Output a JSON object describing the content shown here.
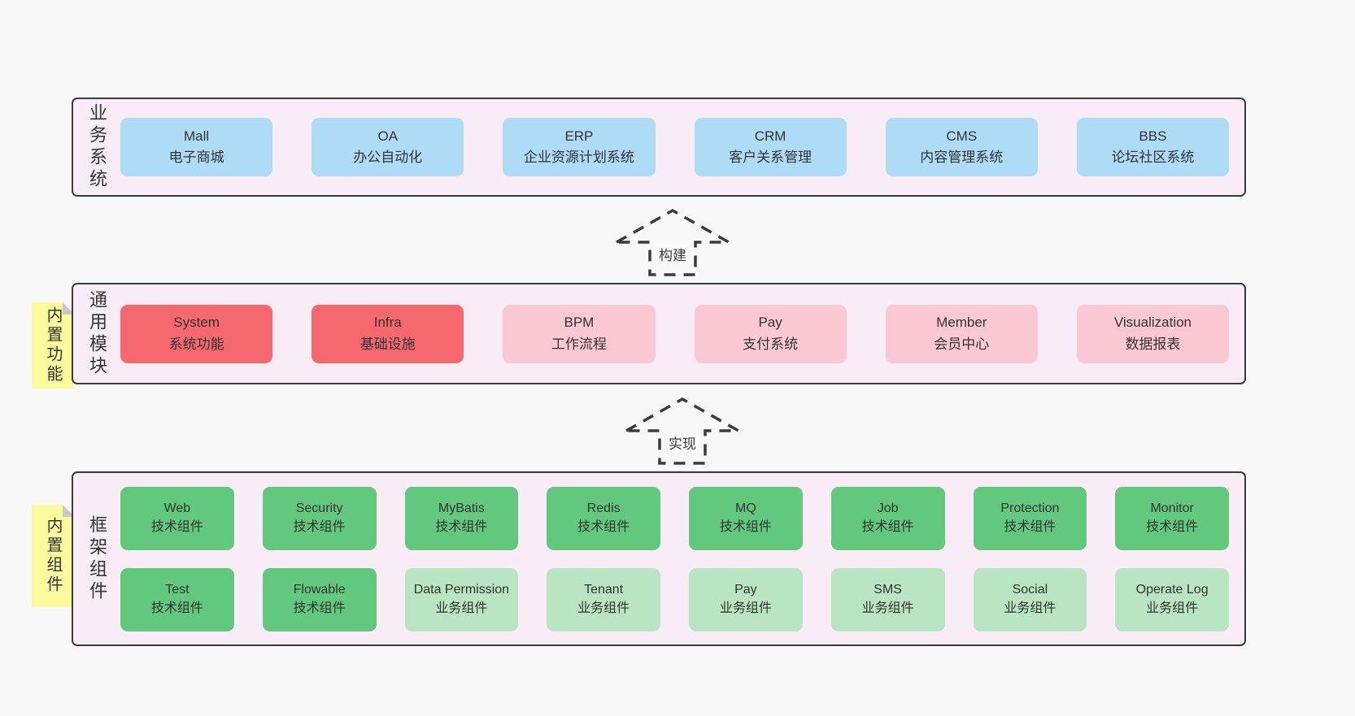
{
  "colors": {
    "page_bg": "#f8f8f8",
    "layer_bg": "#f8edf6",
    "layer_border": "#3a3a3a",
    "blue_box": "#aedcf7",
    "red_box": "#f4686e",
    "pink_box": "#fbc8d3",
    "green_box": "#62c87e",
    "light_green_box": "#b9e5c2",
    "sticky_yellow": "#fbfb9d",
    "text": "#333333"
  },
  "layers": [
    {
      "label": "业务系统",
      "boxes": [
        {
          "name": "Mall",
          "desc": "电子商城"
        },
        {
          "name": "OA",
          "desc": "办公自动化"
        },
        {
          "name": "ERP",
          "desc": "企业资源计划系统"
        },
        {
          "name": "CRM",
          "desc": "客户关系管理"
        },
        {
          "name": "CMS",
          "desc": "内容管理系统"
        },
        {
          "name": "BBS",
          "desc": "论坛社区系统"
        }
      ]
    },
    {
      "label": "通用模块",
      "sticky": "内置功能",
      "boxes": [
        {
          "name": "System",
          "desc": "系统功能"
        },
        {
          "name": "Infra",
          "desc": "基础设施"
        },
        {
          "name": "BPM",
          "desc": "工作流程"
        },
        {
          "name": "Pay",
          "desc": "支付系统"
        },
        {
          "name": "Member",
          "desc": "会员中心"
        },
        {
          "name": "Visualization",
          "desc": "数据报表"
        }
      ]
    },
    {
      "label": "框架组件",
      "sticky": "内置组件",
      "rows": [
        [
          {
            "name": "Web",
            "desc": "技术组件"
          },
          {
            "name": "Security",
            "desc": "技术组件"
          },
          {
            "name": "MyBatis",
            "desc": "技术组件"
          },
          {
            "name": "Redis",
            "desc": "技术组件"
          },
          {
            "name": "MQ",
            "desc": "技术组件"
          },
          {
            "name": "Job",
            "desc": "技术组件"
          },
          {
            "name": "Protection",
            "desc": "技术组件"
          },
          {
            "name": "Monitor",
            "desc": "技术组件"
          }
        ],
        [
          {
            "name": "Test",
            "desc": "技术组件"
          },
          {
            "name": "Flowable",
            "desc": "技术组件"
          },
          {
            "name": "Data Permission",
            "desc": "业务组件"
          },
          {
            "name": "Tenant",
            "desc": "业务组件"
          },
          {
            "name": "Pay",
            "desc": "业务组件"
          },
          {
            "name": "SMS",
            "desc": "业务组件"
          },
          {
            "name": "Social",
            "desc": "业务组件"
          },
          {
            "name": "Operate Log",
            "desc": "业务组件"
          }
        ]
      ]
    }
  ],
  "arrows": [
    {
      "label": "构建"
    },
    {
      "label": "实现"
    }
  ]
}
